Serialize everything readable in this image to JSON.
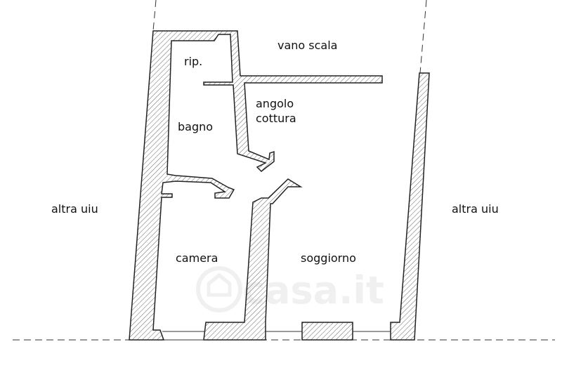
{
  "rooms": {
    "vano_scala": "vano scala",
    "rip": "rip.",
    "angolo_cottura_line1": "angolo",
    "angolo_cottura_line2": "cottura",
    "bagno": "bagno",
    "camera": "camera",
    "soggiorno": "soggiorno",
    "altra_uiu_left": "altra uiu",
    "altra_uiu_right": "altra uiu"
  },
  "watermark": "casa.it",
  "colors": {
    "wall_stroke": "#222222",
    "hatch": "#555555",
    "watermark": "#f0f0f0"
  }
}
